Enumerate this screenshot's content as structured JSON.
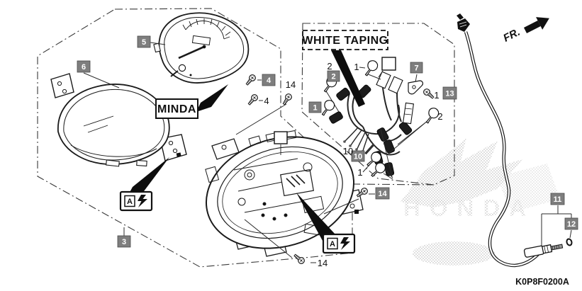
{
  "meta": {
    "part_code": "K0P8F0200A"
  },
  "labels": {
    "white_taping": "WHITE TAPING",
    "minda": "MINDA",
    "fr": "FR.",
    "detail_a": "A",
    "watermark": "HONDA"
  },
  "refs": {
    "boxed": {
      "r1": "1",
      "r2": "2",
      "r3": "3",
      "r4": "4",
      "r5": "5",
      "r6": "6",
      "r7": "7",
      "r10": "10",
      "r11": "11",
      "r12": "12",
      "r13": "13",
      "r14": "14"
    },
    "plain": {
      "p1a": "1",
      "p1b": "1",
      "p1c": "1",
      "p2a": "2",
      "p2b": "2",
      "p4": "4",
      "p10": "10",
      "p14a": "14",
      "p14b": "14"
    }
  },
  "colors": {
    "line": "#1a1a1a",
    "callout_bg": "#7e7e7e",
    "callout_text": "#ffffff",
    "watermark": "#b8b8b8",
    "background": "#ffffff"
  }
}
